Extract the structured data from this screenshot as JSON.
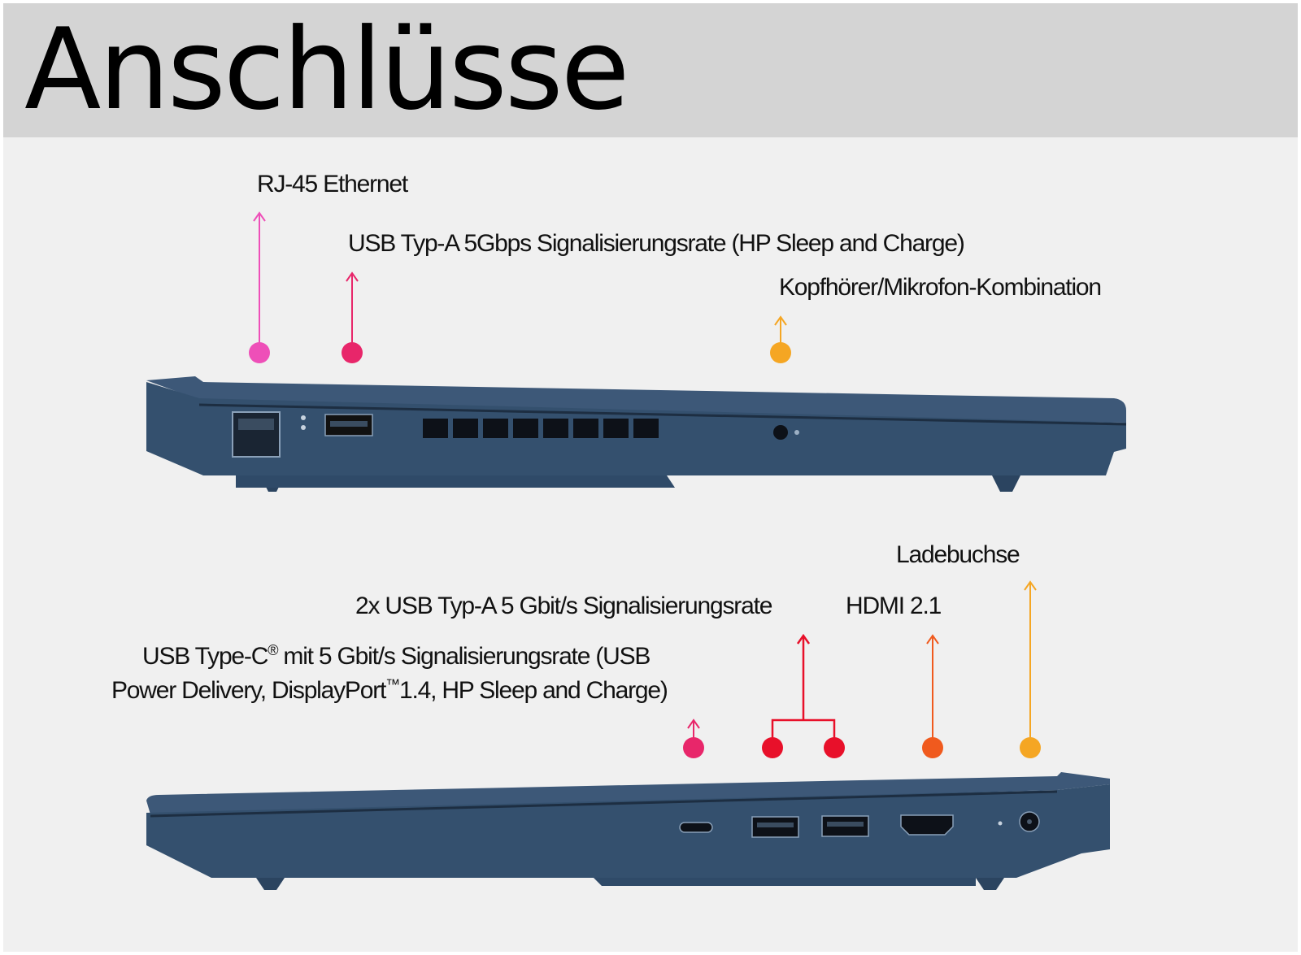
{
  "title": "Anschlüsse",
  "colors": {
    "header_bg": "#d4d4d4",
    "panel_bg": "#f0f0f0",
    "laptop_body": "#34506e",
    "magenta": "#ee4fb8",
    "pink": "#e8266a",
    "red": "#e8102a",
    "orange": "#f05a1e",
    "amber": "#f5a623"
  },
  "left_side": {
    "rj45": "RJ-45 Ethernet",
    "usb_a": "USB Typ-A 5Gbps Signalisierungsrate (HP Sleep and Charge)",
    "audio": "Kopfhörer/Mikrofon-Kombination"
  },
  "right_side": {
    "charge": "Ladebuchse",
    "usb_a_2x": "2x USB Typ-A 5 Gbit/s Signalisierungsrate",
    "hdmi": "HDMI 2.1",
    "usb_c_line1_prefix": "USB Type-C",
    "usb_c_reg": "®",
    "usb_c_line1_suffix": " mit 5 Gbit/s Signalisierungsrate (USB",
    "usb_c_line2_prefix": "Power Delivery, DisplayPort",
    "usb_c_tm": "™",
    "usb_c_line2_suffix": "1.4, HP Sleep and Charge)"
  }
}
